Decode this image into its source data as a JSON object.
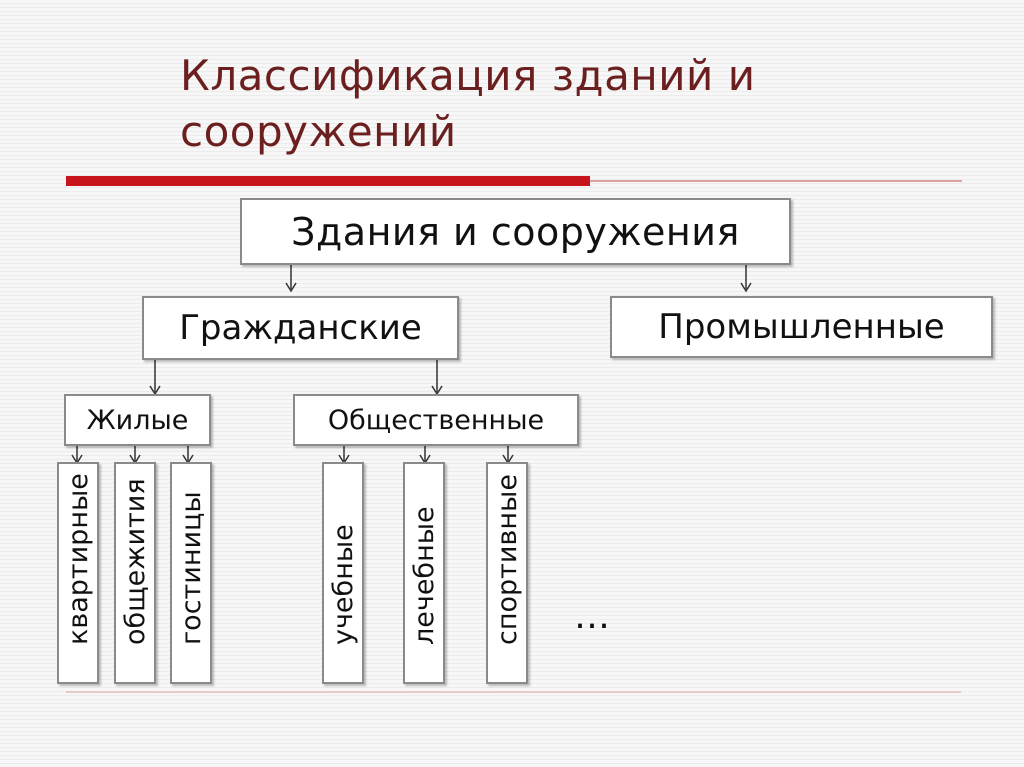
{
  "title": "Классификация зданий и сооружений",
  "nodes": {
    "root": "Здания и сооружения",
    "civil": "Гражданские",
    "industrial": "Промышленные",
    "residential": "Жилые",
    "public": "Общественные",
    "apartment": "квартирные",
    "dormitory": "общежития",
    "hotel": "гостиницы",
    "educational": "учебные",
    "medical": "лечебные",
    "sports": "спортивные"
  },
  "ellipsis": "…",
  "colors": {
    "title": "#6b1f1f",
    "accent_bar": "#c8151b",
    "box_border": "#8a8a8a"
  }
}
